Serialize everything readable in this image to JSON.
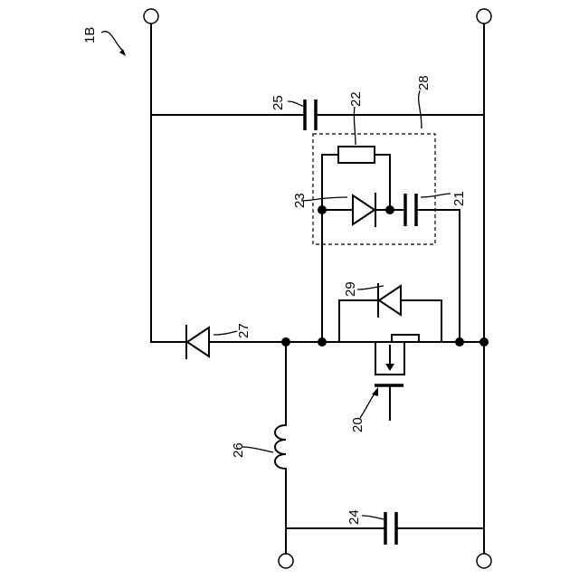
{
  "labels": {
    "figure": "1B",
    "transistor": "20",
    "capacitor_21": "21",
    "resistor_22": "22",
    "diode_23": "23",
    "capacitor_24": "24",
    "capacitor_25": "25",
    "inductor_26": "26",
    "diode_27": "27",
    "box_28": "28",
    "diode_29": "29"
  }
}
